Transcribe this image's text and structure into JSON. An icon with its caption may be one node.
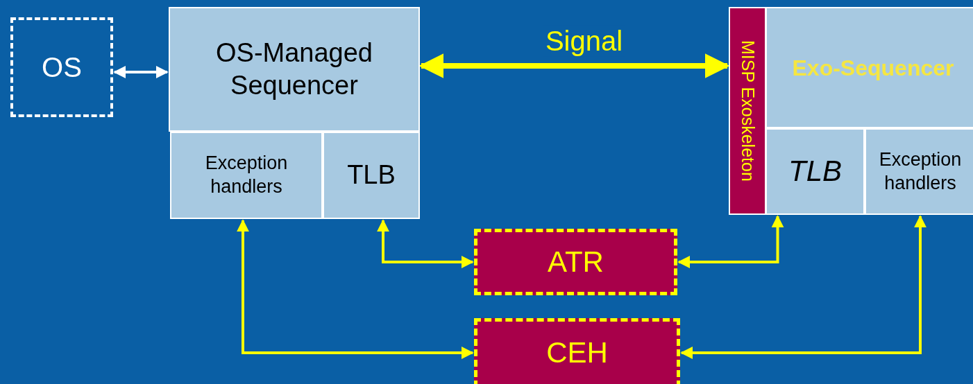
{
  "diagram": {
    "nodes": [
      {
        "text": [
          "OS"
        ]
      },
      {
        "text": [
          "OS-Managed Sequencer"
        ]
      },
      {
        "text": [
          "Exception handlers"
        ]
      },
      {
        "text": [
          "TLB"
        ]
      },
      {
        "text": [
          "MISP Exoskeleton"
        ]
      },
      {
        "text": [
          "Exo-Sequencer"
        ]
      },
      {
        "text": [
          "TLB"
        ]
      },
      {
        "text": [
          "Exception handlers"
        ]
      },
      {
        "text": [
          "ATR"
        ]
      },
      {
        "text": [
          "CEH"
        ]
      }
    ],
    "edges": [
      {
        "from": 0,
        "to": 1,
        "arrow": "both",
        "color": "#ffffff"
      },
      {
        "from": 1,
        "to": 4,
        "arrow": "both",
        "label": "Signal",
        "style": "thick"
      },
      {
        "from": 3,
        "to": 8,
        "arrow": "both"
      },
      {
        "from": 6,
        "to": 8,
        "arrow": "both"
      },
      {
        "from": 2,
        "to": 9,
        "arrow": "both"
      },
      {
        "from": 7,
        "to": 9,
        "arrow": "both"
      }
    ]
  }
}
